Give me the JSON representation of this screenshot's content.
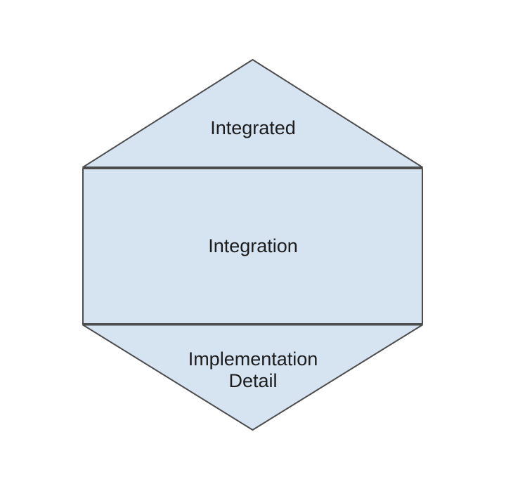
{
  "diagram": {
    "title": "hexagon-testing-model",
    "background_color": "#ffffff",
    "shape_fill": "#d6e4f2",
    "shape_stroke": "#4d4d4d",
    "text_color": "#1c1c1c",
    "sections": [
      {
        "id": "top-triangle",
        "shape": "triangle-up",
        "label": "Integrated"
      },
      {
        "id": "middle-rectangle",
        "shape": "rectangle",
        "label": "Integration"
      },
      {
        "id": "bottom-triangle",
        "shape": "triangle-down",
        "label": "Implementation Detail"
      }
    ]
  }
}
